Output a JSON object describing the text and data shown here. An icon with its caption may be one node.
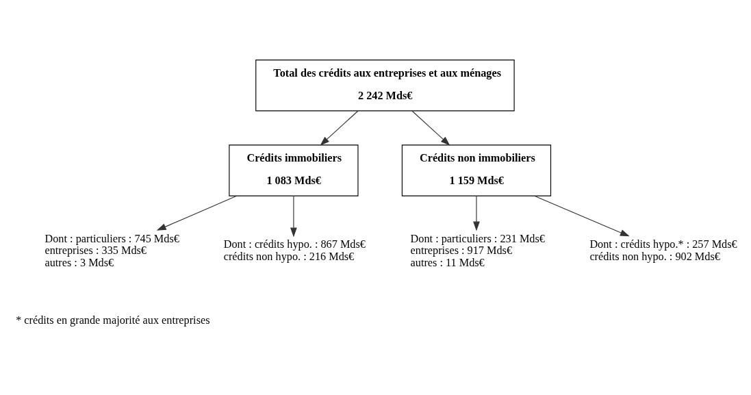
{
  "diagram": {
    "nodes": [
      {
        "text": [
          "Total des crédits aux entreprises et aux ménages",
          "2 242 Mds€"
        ]
      },
      {
        "text": [
          "Crédits immobiliers",
          "1 083 Mds€"
        ]
      },
      {
        "text": [
          "Crédits non immobiliers",
          "1 159 Mds€"
        ]
      },
      {
        "text": [
          "Dont : particuliers : 745 Mds€",
          "entreprises : 335 Mds€",
          "autres : 3 Mds€"
        ]
      },
      {
        "text": [
          "Dont : crédits hypo. : 867 Mds€",
          "crédits non hypo. : 216 Mds€"
        ]
      },
      {
        "text": [
          "Dont : particuliers : 231 Mds€",
          "entreprises : 917 Mds€",
          "autres : 11 Mds€"
        ]
      },
      {
        "text": [
          "Dont : crédits hypo.* : 257 Mds€",
          "crédits non hypo. : 902 Mds€"
        ]
      }
    ],
    "edges": [
      {
        "from": 0,
        "to": 1,
        "arrow": "to"
      },
      {
        "from": 0,
        "to": 2,
        "arrow": "to"
      },
      {
        "from": 1,
        "to": 3,
        "arrow": "to"
      },
      {
        "from": 1,
        "to": 4,
        "arrow": "to"
      },
      {
        "from": 2,
        "to": 5,
        "arrow": "to"
      },
      {
        "from": 2,
        "to": 6,
        "arrow": "to"
      }
    ],
    "labels": [
      "* crédits en grande majorité aux entreprises"
    ]
  }
}
